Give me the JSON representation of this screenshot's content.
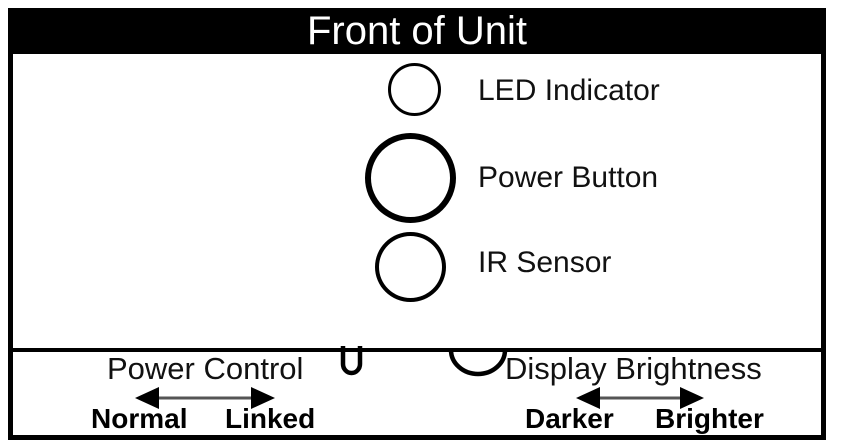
{
  "panel": {
    "title": "Front of Unit",
    "title_bar_bg": "#000000",
    "title_bar_fg": "#ffffff",
    "frame_color": "#000000",
    "background": "#ffffff"
  },
  "front_face": {
    "indicators": [
      {
        "key": "led",
        "label": "LED Indicator",
        "icon": "circle-outline-icon",
        "size": "small"
      },
      {
        "key": "power",
        "label": "Power Button",
        "icon": "circle-outline-icon",
        "size": "large"
      },
      {
        "key": "ir",
        "label": "IR Sensor",
        "icon": "circle-outline-icon",
        "size": "medium"
      }
    ]
  },
  "control_strip": {
    "cutouts": [
      {
        "key": "slot",
        "icon": "u-slot-cutout-icon"
      },
      {
        "key": "arc",
        "icon": "semicircle-cutout-icon"
      }
    ],
    "controls": [
      {
        "key": "power_control",
        "title": "Power Control",
        "arrow": "double-headed-arrow-icon",
        "low_label": "Normal",
        "high_label": "Linked"
      },
      {
        "key": "display_brightness",
        "title": "Display Brightness",
        "arrow": "double-headed-arrow-icon",
        "low_label": "Darker",
        "high_label": "Brighter"
      }
    ]
  }
}
